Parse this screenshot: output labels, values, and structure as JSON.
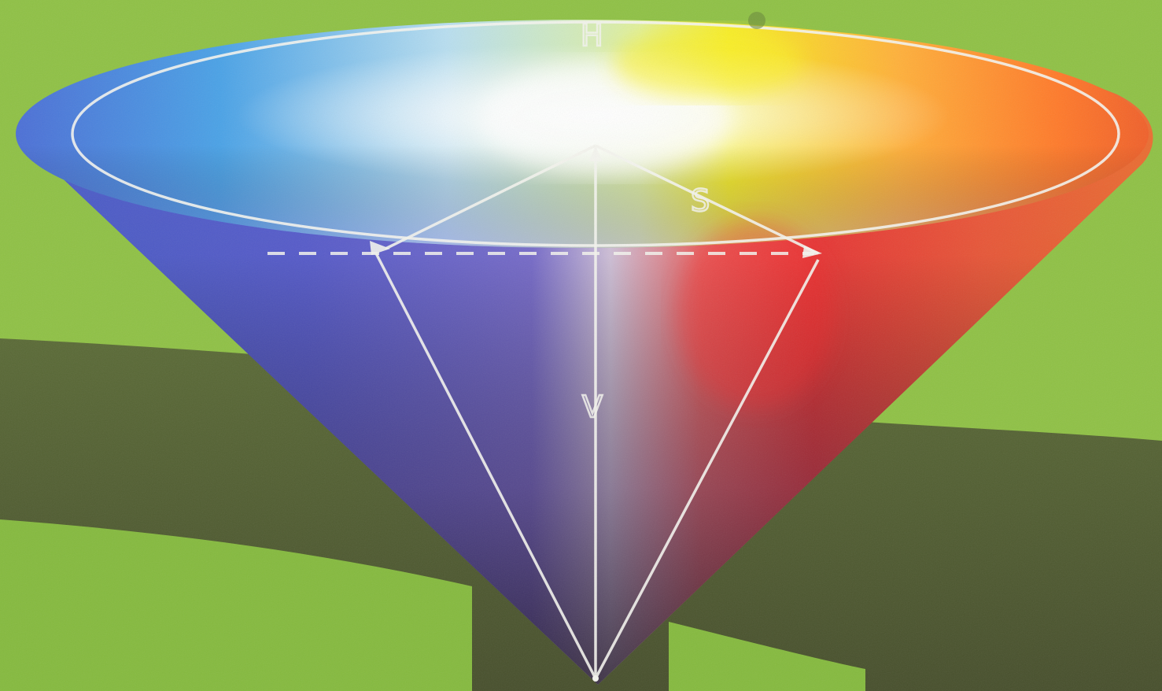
{
  "figure": {
    "model": "HSV",
    "shape": "inverted cone",
    "labels": {
      "hue": "H",
      "saturation": "S",
      "value": "V"
    },
    "hue_colors": [
      "#f4e21a",
      "#ff8a1e",
      "#ee3232",
      "#5a5fd0",
      "#4a8fe0",
      "#bfe4f4"
    ],
    "background_colors": {
      "page_green": "#8dbf45",
      "shadow": "#4f5a32",
      "lower_green": "#86bb3f"
    },
    "line_color": "#f4f4ee"
  }
}
